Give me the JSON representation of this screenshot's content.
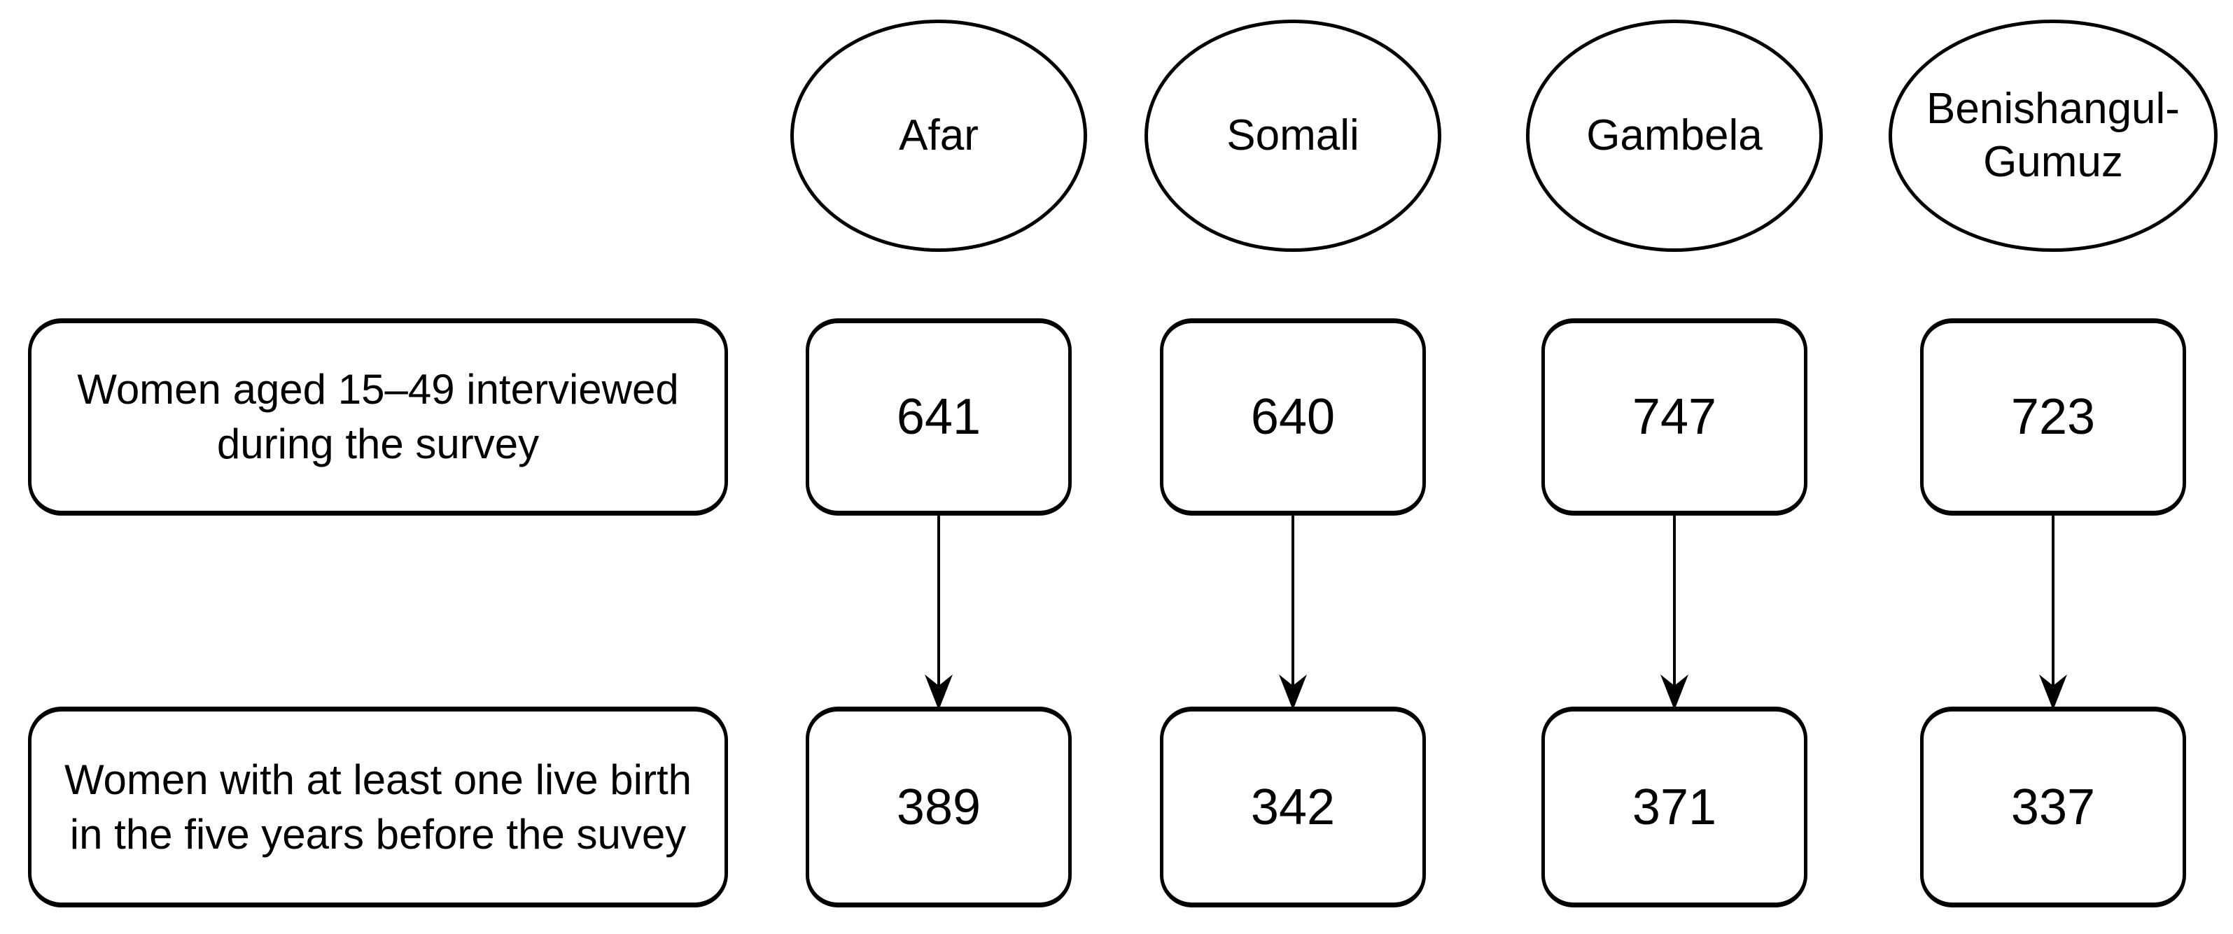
{
  "diagram": {
    "background": "#ffffff",
    "stroke_color": "#000000",
    "text_color": "#000000",
    "row_labels": [
      {
        "id": "interviewed",
        "text": "Women aged 15–49 interviewed during the survey"
      },
      {
        "id": "live_birth",
        "text": "Women with at least one live birth in the five years before the suvey"
      }
    ],
    "regions": [
      {
        "name": "Afar",
        "interviewed": "641",
        "live_birth": "389"
      },
      {
        "name": "Somali",
        "interviewed": "640",
        "live_birth": "342"
      },
      {
        "name": "Gambela",
        "interviewed": "747",
        "live_birth": "371"
      },
      {
        "name": "Benishangul-Gumuz",
        "interviewed": "723",
        "live_birth": "337"
      }
    ]
  }
}
